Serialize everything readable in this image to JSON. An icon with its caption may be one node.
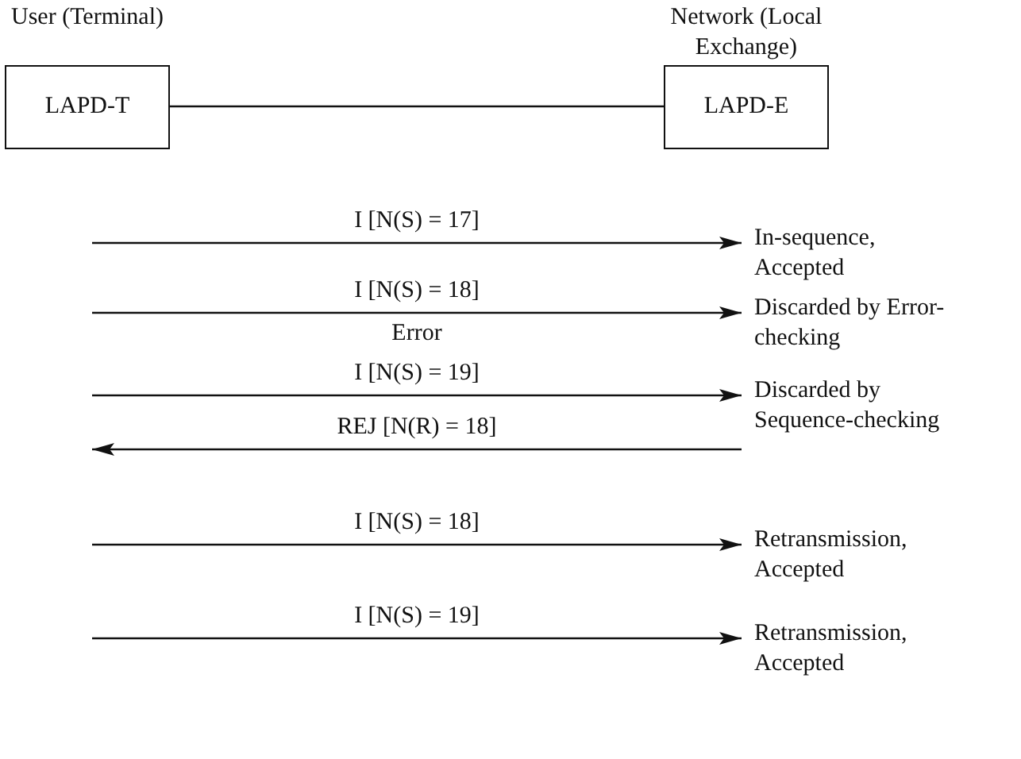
{
  "diagram": {
    "nodes": [
      {
        "text": [
          "User (Terminal)",
          "LAPD-T"
        ]
      },
      {
        "text": [
          "Network (Local Exchange)",
          "LAPD-E"
        ]
      },
      {
        "text": [
          "In-sequence, Accepted"
        ]
      },
      {
        "text": [
          "Discarded by Error-checking"
        ]
      },
      {
        "text": [
          "Discarded by Sequence-checking"
        ]
      },
      {
        "text": [
          "Retransmission, Accepted"
        ]
      },
      {
        "text": [
          "Retransmission, Accepted"
        ]
      }
    ],
    "edges": [
      {
        "from": 0,
        "to": 1,
        "arrow": "none"
      },
      {
        "from": null,
        "to": 2,
        "arrow": "to",
        "label": "I [N(S) = 17]"
      },
      {
        "from": null,
        "to": 3,
        "arrow": "to",
        "label": "I [N(S) = 18]"
      },
      {
        "from": null,
        "to": 4,
        "arrow": "to",
        "label": "I [N(S) = 19]"
      },
      {
        "from": null,
        "to": 5,
        "arrow": "to",
        "label": "I [N(S) = 18]"
      },
      {
        "from": null,
        "to": 6,
        "arrow": "to",
        "label": "I [N(S) = 19]"
      }
    ],
    "labels": [
      "Error",
      "REJ [N(R) = 18]"
    ]
  }
}
